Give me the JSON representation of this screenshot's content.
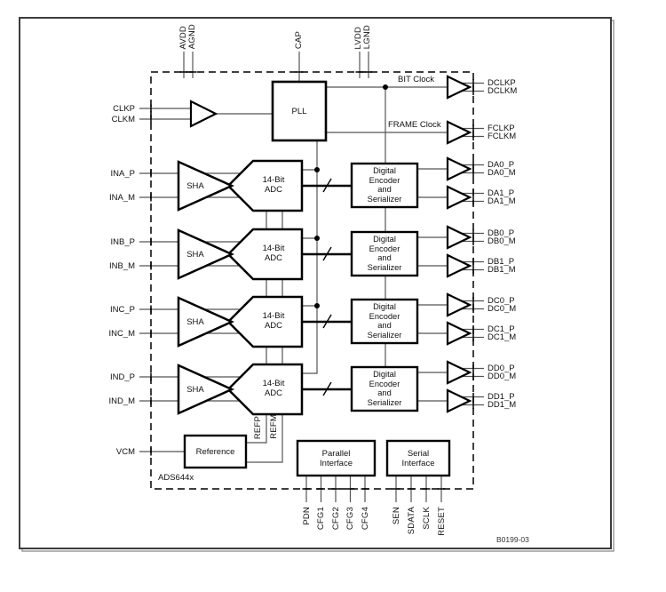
{
  "figure": {
    "chip": "ADS644x",
    "code": "B0199-03"
  },
  "top_pins": [
    "AVDD",
    "AGND",
    "CAP",
    "LVDD",
    "LGND"
  ],
  "clock_in": {
    "p": "CLKP",
    "m": "CLKM"
  },
  "channels": [
    {
      "p": "INA_P",
      "m": "INA_M"
    },
    {
      "p": "INB_P",
      "m": "INB_M"
    },
    {
      "p": "INC_P",
      "m": "INC_M"
    },
    {
      "p": "IND_P",
      "m": "IND_M"
    }
  ],
  "vcm": "VCM",
  "blocks": {
    "pll": "PLL",
    "sha": "SHA",
    "adc": [
      "14-Bit",
      "ADC"
    ],
    "encoder": [
      "Digital",
      "Encoder",
      "and",
      "Serializer"
    ],
    "reference": "Reference",
    "parallel": [
      "Parallel",
      "Interface"
    ],
    "serial": [
      "Serial",
      "Interface"
    ]
  },
  "clocks": {
    "bit": "BIT Clock",
    "frame": "FRAME Clock",
    "dclkp": "DCLKP",
    "dclkm": "DCLKM",
    "fclkp": "FCLKP",
    "fclkm": "FCLKM"
  },
  "outputs": [
    [
      "DA0_P",
      "DA0_M"
    ],
    [
      "DA1_P",
      "DA1_M"
    ],
    [
      "DB0_P",
      "DB0_M"
    ],
    [
      "DB1_P",
      "DB1_M"
    ],
    [
      "DC0_P",
      "DC0_M"
    ],
    [
      "DC1_P",
      "DC1_M"
    ],
    [
      "DD0_P",
      "DD0_M"
    ],
    [
      "DD1_P",
      "DD1_M"
    ]
  ],
  "refs": [
    "REFP",
    "REFM"
  ],
  "bottom_pins": {
    "parallel": [
      "PDN",
      "CFG1",
      "CFG2",
      "CFG3",
      "CFG4"
    ],
    "serial": [
      "SEN",
      "SDATA",
      "SCLK",
      "RESET"
    ]
  },
  "colors": {
    "line": "#555555",
    "shape": "#000000",
    "background": "#ffffff"
  }
}
